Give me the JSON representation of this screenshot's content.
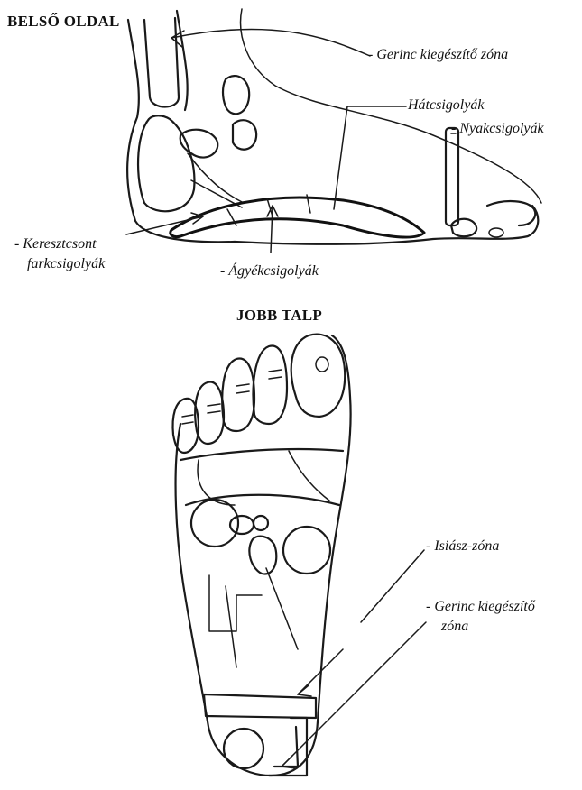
{
  "headings": {
    "inner_side": "BELSŐ OLDAL",
    "right_sole": "JOBB TALP"
  },
  "inner_side_labels": {
    "spine_support": "- Gerinc kiegészítő zóna",
    "thoracic": "Hátcsigolyák",
    "cervical": "- Nyakcsigolyák",
    "sacrum_line1": "- Keresztcsont",
    "sacrum_line2": "farkcsigolyák",
    "lumbar": "- Ágyékcsigolyák"
  },
  "sole_labels": {
    "sciatic": "- Isiász-zóna",
    "spine_support_line1": "- Gerinc kiegészítő",
    "spine_support_line2": "zóna"
  },
  "colors": {
    "ink": "#1a1a1a",
    "paper": "#ffffff"
  }
}
